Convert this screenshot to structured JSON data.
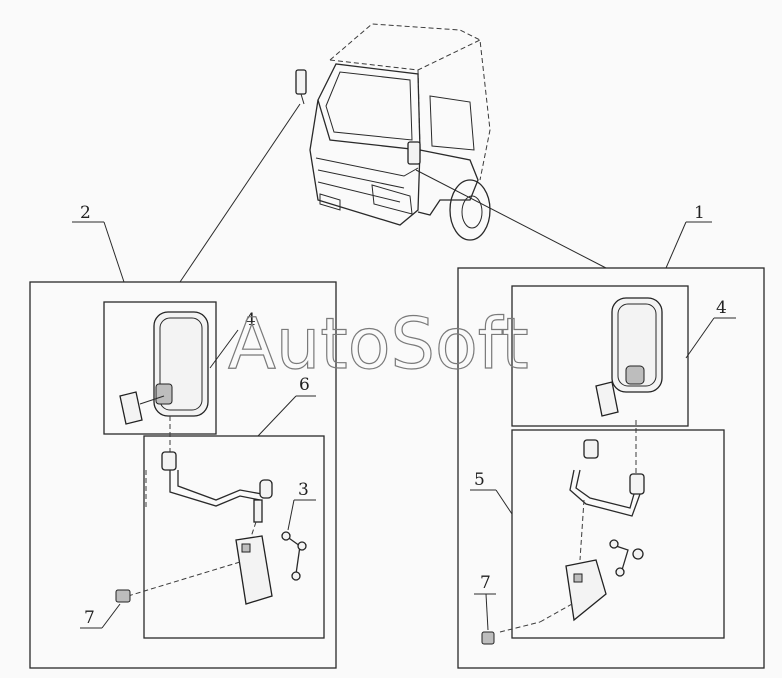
{
  "watermark": {
    "text": "AutoSoft"
  },
  "callouts": {
    "left_group": "2",
    "right_group": "1",
    "left_mirror": "4",
    "right_mirror": "4",
    "left_bracket_assembly": "6",
    "right_bracket_assembly": "5",
    "left_stay": "3",
    "left_bolt": "7",
    "right_bolt": "7"
  }
}
